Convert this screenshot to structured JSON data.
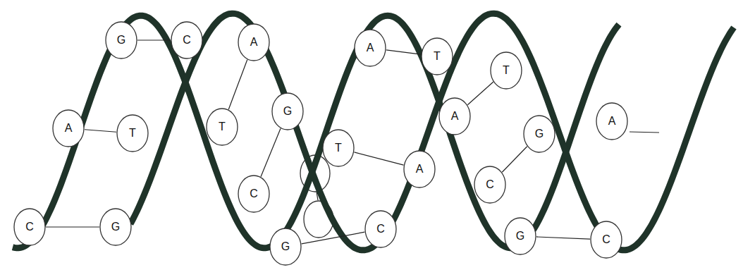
{
  "diagram": {
    "nodes": [
      {
        "text": [
          "C"
        ]
      },
      {
        "text": [
          "A"
        ]
      },
      {
        "text": [
          "G"
        ]
      },
      {
        "text": [
          "G"
        ]
      },
      {
        "text": [
          "T"
        ]
      },
      {
        "text": [
          "C"
        ]
      },
      {
        "text": [
          "T"
        ]
      },
      {
        "text": [
          "A"
        ]
      },
      {
        "text": [
          "C"
        ]
      },
      {
        "text": [
          "G"
        ]
      },
      {
        "text": [
          "G"
        ]
      },
      {
        "text": [
          "T"
        ]
      },
      {
        "text": [
          "A"
        ]
      },
      {
        "text": [
          "C"
        ]
      },
      {
        "text": [
          "A"
        ]
      },
      {
        "text": [
          "T"
        ]
      },
      {
        "text": [
          "A"
        ]
      },
      {
        "text": [
          "C"
        ]
      },
      {
        "text": [
          "T"
        ]
      },
      {
        "text": [
          "G"
        ]
      },
      {
        "text": [
          "G"
        ]
      },
      {
        "text": [
          "C"
        ]
      },
      {
        "text": [
          "A"
        ]
      }
    ],
    "edges": [
      {
        "from": 0,
        "to": 3,
        "arrow": "none"
      },
      {
        "from": 1,
        "to": 4,
        "arrow": "none"
      },
      {
        "from": 2,
        "to": 5,
        "arrow": "none"
      },
      {
        "from": 7,
        "to": 6,
        "arrow": "none"
      },
      {
        "from": 9,
        "to": 8,
        "arrow": "none"
      },
      {
        "from": 10,
        "to": 13,
        "arrow": "none"
      },
      {
        "from": 11,
        "to": 14,
        "arrow": "none"
      },
      {
        "from": 12,
        "to": 15,
        "arrow": "none"
      },
      {
        "from": 18,
        "to": 16,
        "arrow": "none"
      },
      {
        "from": 20,
        "to": 17,
        "arrow": "none"
      },
      {
        "from": 19,
        "to": 21,
        "arrow": "none"
      }
    ]
  }
}
